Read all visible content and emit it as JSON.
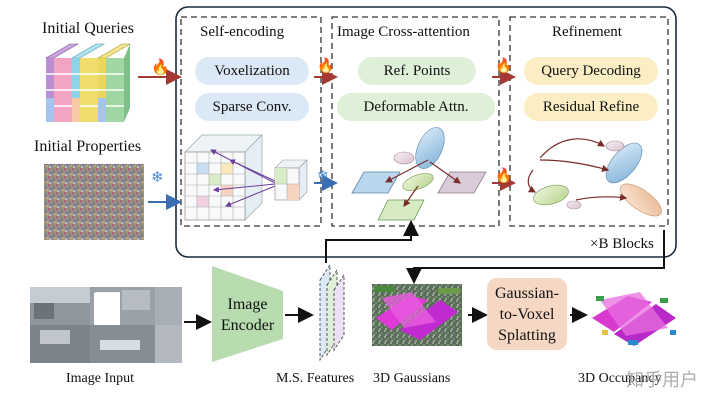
{
  "inputs": {
    "initial_queries": "Initial Queries",
    "initial_properties": "Initial Properties"
  },
  "stages": {
    "self_encoding": {
      "title": "Self-encoding",
      "ops": [
        "Voxelization",
        "Sparse Conv."
      ]
    },
    "cross_attention": {
      "title": "Image Cross-attention",
      "ops": [
        "Ref. Points",
        "Deformable Attn."
      ]
    },
    "refinement": {
      "title": "Refinement",
      "ops": [
        "Query Decoding",
        "Residual Refine"
      ]
    }
  },
  "repeat_label": "×B Blocks",
  "pipeline": {
    "image_input": "Image Input",
    "image_encoder": [
      "Image",
      "Encoder"
    ],
    "ms_features": "M.S. Features",
    "gaussians": "3D Gaussians",
    "splatting": [
      "Gaussian-",
      "to-Voxel",
      "Splatting"
    ],
    "occupancy": "3D Occupancy"
  },
  "watermark": "知乎用户",
  "colors": {
    "arrow_red": "#a53a35",
    "arrow_blue": "#3b6db5",
    "encoder_green": "#b8dcb0",
    "splat_peach": "#f6d7c4",
    "pill_blue": "#dbe8f5",
    "pill_green": "#dff0d8",
    "pill_yellow": "#fbeec4"
  },
  "icons": {
    "trainable": "flame-icon",
    "frozen": "snowflake-icon"
  }
}
